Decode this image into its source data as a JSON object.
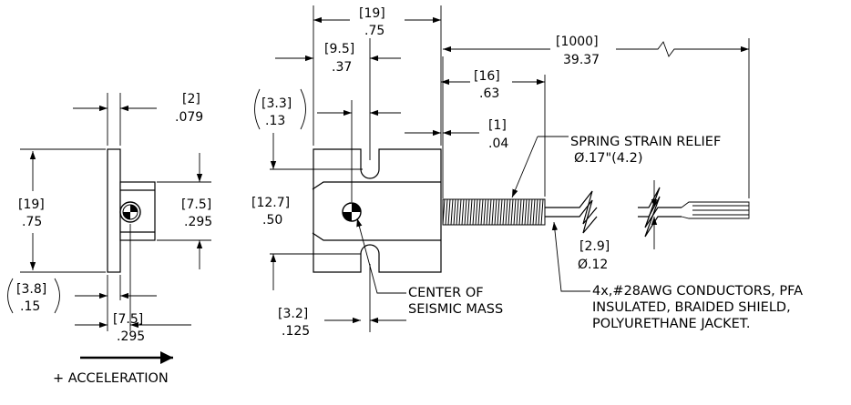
{
  "side_view": {
    "thickness": {
      "mm": "[2]",
      "in": ".079"
    },
    "height": {
      "mm": "[19]",
      "in": ".75"
    },
    "tab_height": {
      "mm": "[7.5]",
      "in": ".295"
    },
    "bottom_offset": {
      "mm": "[3.8]",
      "in": ".15"
    },
    "center_offset": {
      "mm": "[7.5]",
      "in": ".295"
    },
    "acceleration_label": "+ ACCELERATION"
  },
  "front_view": {
    "width": {
      "mm": "[19]",
      "in": ".75"
    },
    "center_x": {
      "mm": "[9.5]",
      "in": ".37"
    },
    "slot_top": {
      "mm": "[3.3]",
      "in": ".13"
    },
    "height": {
      "mm": "[12.7]",
      "in": ".50"
    },
    "slot_bottom": {
      "mm": "[3.2]",
      "in": ".125"
    },
    "strain_relief_length": {
      "mm": "[16]",
      "in": ".63"
    },
    "relief_gap": {
      "mm": "[1]",
      "in": ".04"
    },
    "cable_length": {
      "mm": "[1000]",
      "in": "39.37"
    },
    "cable_diameter": {
      "mm": "[2.9]",
      "in": "Ø.12"
    },
    "strain_relief_note": [
      "SPRING STRAIN RELIEF",
      "Ø.17\"(4.2)"
    ],
    "center_note": [
      "CENTER OF",
      "SEISMIC MASS"
    ],
    "conductor_note": [
      "4x,#28AWG CONDUCTORS,  PFA",
      "INSULATED, BRAIDED SHIELD,",
      "POLYURETHANE JACKET."
    ]
  }
}
